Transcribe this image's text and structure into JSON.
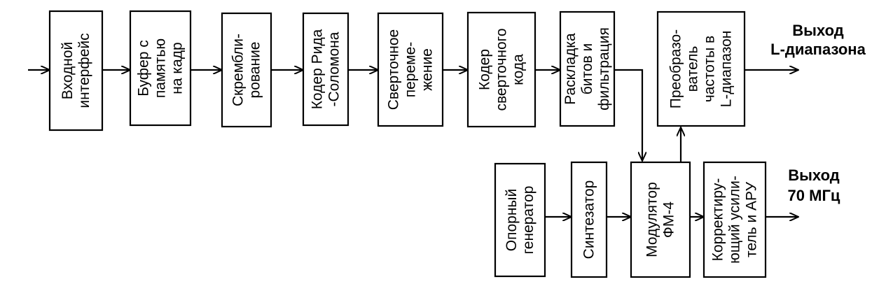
{
  "diagram": {
    "blocks": {
      "input_interface": {
        "lines": [
          "Входной",
          "интерфейс"
        ]
      },
      "frame_buffer": {
        "lines": [
          "Буфер с",
          "памятью",
          "на кадр"
        ]
      },
      "scrambling": {
        "lines": [
          "Скрембли-",
          "рование"
        ]
      },
      "reed_solomon": {
        "lines": [
          "Кодер Рида",
          "-Соломона"
        ]
      },
      "interleaving": {
        "lines": [
          "Сверточное",
          "переме-",
          "жение"
        ]
      },
      "conv_coder": {
        "lines": [
          "Кодер",
          "сверточного",
          "кода"
        ]
      },
      "bit_mapping": {
        "lines": [
          "Раскладка",
          "битов и",
          "фильтрация"
        ]
      },
      "upconverter": {
        "lines": [
          "Преобразо-",
          "ватель",
          "частоты в",
          "L-диапазон"
        ]
      },
      "ref_generator": {
        "lines": [
          "Опорный",
          "генератор"
        ]
      },
      "synthesizer": {
        "lines": [
          "Синтезатор"
        ]
      },
      "modulator": {
        "lines": [
          "Модулятор",
          "ФМ-4"
        ]
      },
      "corrector_amp": {
        "lines": [
          "Корректиру-",
          "ющий усили-",
          "тель и АРУ"
        ]
      }
    },
    "outputs": {
      "l_band": {
        "lines": [
          "Выход",
          "L-диапазона"
        ]
      },
      "mhz70": {
        "lines": [
          "Выход",
          "70 МГц"
        ]
      }
    }
  }
}
